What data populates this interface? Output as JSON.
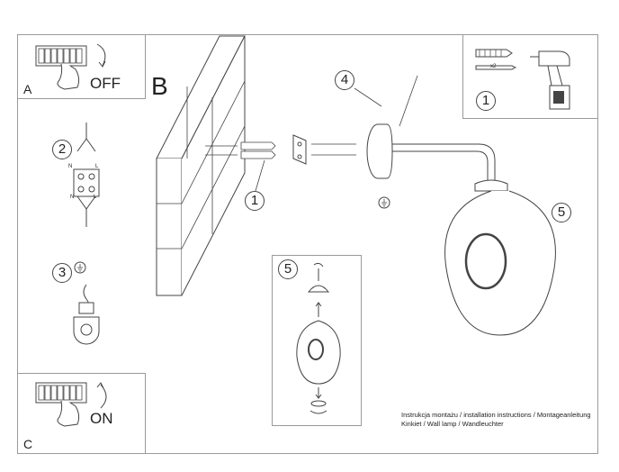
{
  "panels": {
    "a": {
      "letter": "A",
      "state": "OFF"
    },
    "b": {
      "letter": "B"
    },
    "c": {
      "letter": "C",
      "state": "ON"
    }
  },
  "steps": {
    "one": "1",
    "two": "2",
    "three": "3",
    "four": "4",
    "five": "5"
  },
  "tools": {
    "quantity": "x2"
  },
  "terminal_labels": {
    "n": "N",
    "l": "L"
  },
  "footer": {
    "line1": "Instrukcja montażu / installation instructions / Montageanleitung",
    "line2": "Kinkiet / Wall lamp / Wandleuchter"
  },
  "colors": {
    "line": "#444444",
    "border": "#9a9a9a"
  }
}
